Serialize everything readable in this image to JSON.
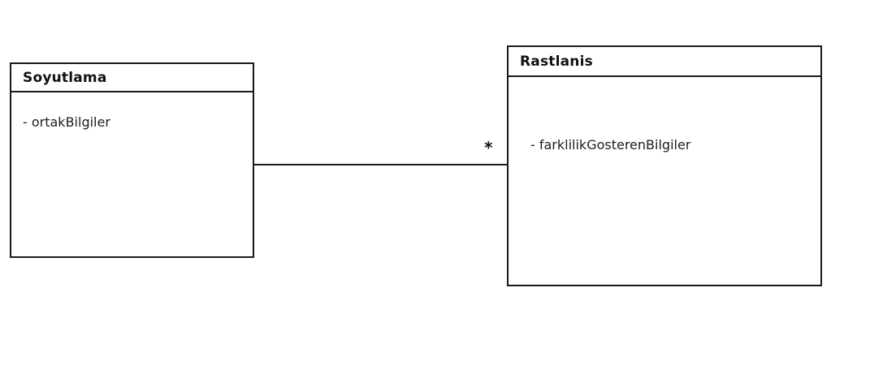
{
  "diagram": {
    "type": "uml-class-diagram",
    "background_color": "#ffffff",
    "line_color": "#1a1a1a",
    "text_color": "#111111",
    "classes": [
      {
        "id": "soyutlama",
        "name": "Soyutlama",
        "attributes": [
          {
            "visibility": "-",
            "label": "- ortakBilgiler"
          }
        ]
      },
      {
        "id": "rastlanis",
        "name": "Rastlanis",
        "attributes": [
          {
            "visibility": "-",
            "label": "- farklilikGosterenBilgiler"
          }
        ]
      }
    ],
    "associations": [
      {
        "from": "soyutlama",
        "to": "rastlanis",
        "source_multiplicity": "",
        "target_multiplicity": "*"
      }
    ]
  }
}
